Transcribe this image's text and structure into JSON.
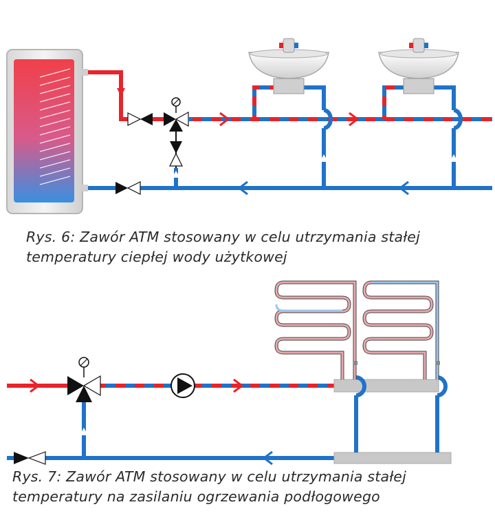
{
  "figure1": {
    "caption_line1": "Rys. 6: Zawór ATM stosowany w celu utrzymania stałej",
    "caption_line2": "temperatury ciepłej wody użytkowej"
  },
  "figure2": {
    "caption_line1": "Rys. 7: Zawór ATM stosowany w celu utrzymania stałej",
    "caption_line2": "temperatury na zasilaniu ogrzewania podłogowego"
  },
  "colors": {
    "hot_pipe": "#e8242a",
    "cold_pipe": "#1f73c9",
    "mixed_pipe_red": "#e8242a",
    "mixed_pipe_blue": "#1f73c9",
    "valve_black": "#111111",
    "fixture_gray": "#cfcfcf",
    "manifold_gray": "#c8c8c8"
  },
  "icons": {
    "boiler": "hot-water-tank-icon",
    "atm_valve": "three-way-thermostatic-valve-icon",
    "check_valve": "check-valve-icon",
    "washbasin": "washbasin-icon",
    "pump": "circulation-pump-icon",
    "floor_loop": "underfloor-heating-loop-icon"
  }
}
